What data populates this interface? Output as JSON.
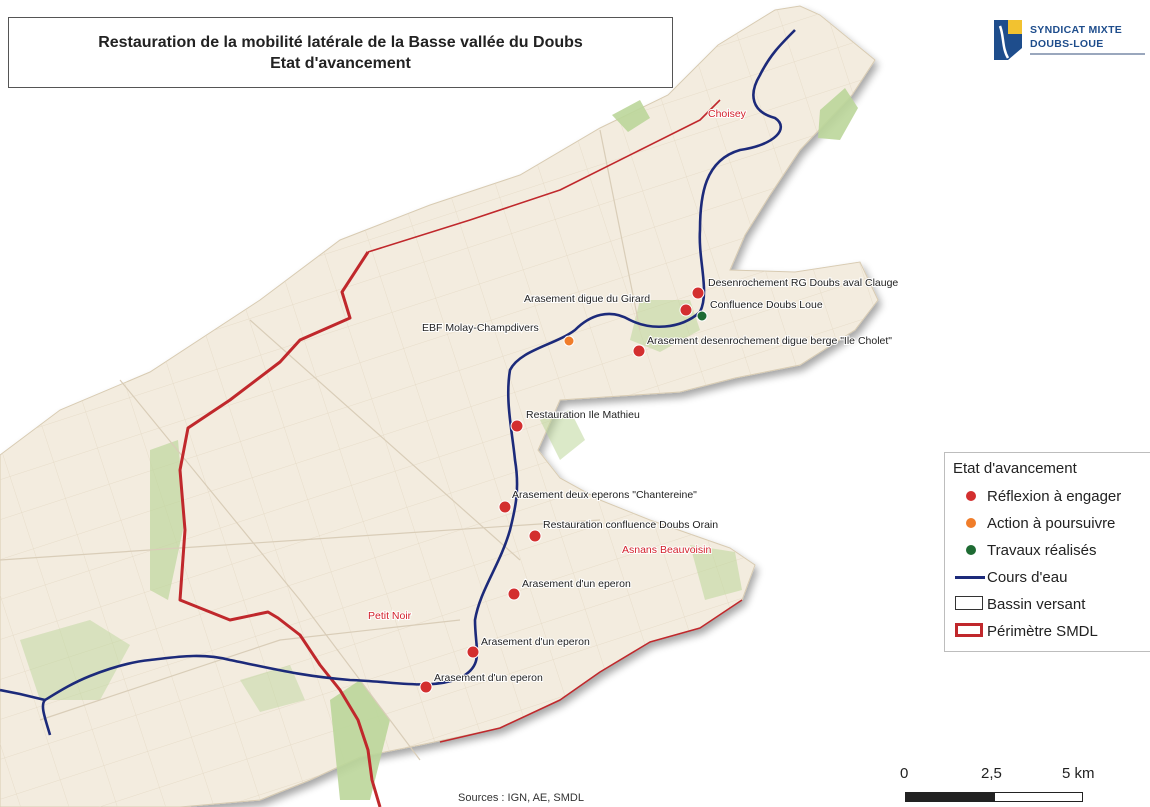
{
  "title": {
    "line1": "Restauration de la mobilité latérale de la Basse vallée du Doubs",
    "line2": "Etat d'avancement"
  },
  "logo": {
    "line1": "SYNDICAT MIXTE",
    "line2": "DOUBS-LOUE",
    "colors": {
      "primary": "#1e4d8c",
      "accent": "#f2c230"
    }
  },
  "towns": [
    {
      "label": "Choisey"
    },
    {
      "label": "Asnans Beauvoisin"
    },
    {
      "label": "Petit Noir"
    }
  ],
  "sites": [
    {
      "label": "Desenrochement RG Doubs aval Clauge",
      "status": "reflexion"
    },
    {
      "label": "Arasement digue du Girard",
      "status": "reflexion"
    },
    {
      "label": "Confluence Doubs Loue",
      "status": "travaux"
    },
    {
      "label": "EBF Molay-Champdivers",
      "status": "action"
    },
    {
      "label": "Arasement desenrochement digue berge \"Ile Cholet\"",
      "status": "reflexion"
    },
    {
      "label": "Restauration Ile Mathieu",
      "status": "reflexion"
    },
    {
      "label": "Arasement deux eperons \"Chantereine\"",
      "status": "reflexion"
    },
    {
      "label": "Restauration confluence Doubs Orain",
      "status": "reflexion"
    },
    {
      "label": "Arasement d'un eperon",
      "status": "reflexion"
    },
    {
      "label": "Arasement d'un eperon",
      "status": "reflexion"
    },
    {
      "label": "Arasement d'un eperon",
      "status": "reflexion"
    }
  ],
  "legend": {
    "title": "Etat d'avancement",
    "items": [
      {
        "label": "Réflexion à engager",
        "symbol": "dot",
        "color": "#d32f2f"
      },
      {
        "label": "Action à poursuivre",
        "symbol": "dot",
        "color": "#f07d2a"
      },
      {
        "label": "Travaux réalisés",
        "symbol": "dot",
        "color": "#1e6b33"
      },
      {
        "label": "Cours d'eau",
        "symbol": "line",
        "color": "#1c2a7a"
      },
      {
        "label": "Bassin versant",
        "symbol": "box",
        "color": "#333333"
      },
      {
        "label": "Périmètre SMDL",
        "symbol": "box",
        "color": "#c0282c"
      }
    ]
  },
  "scale": {
    "labels": [
      "0",
      "2,5",
      "5 km"
    ]
  },
  "sources": "Sources : IGN, AE, SMDL",
  "colors": {
    "reflexion": "#d32f2f",
    "action": "#f07d2a",
    "travaux": "#1e6b33",
    "river": "#1c2a7a",
    "perimeter": "#c0282c",
    "land": "#f3ecdf",
    "forest": "#bcd69a"
  }
}
